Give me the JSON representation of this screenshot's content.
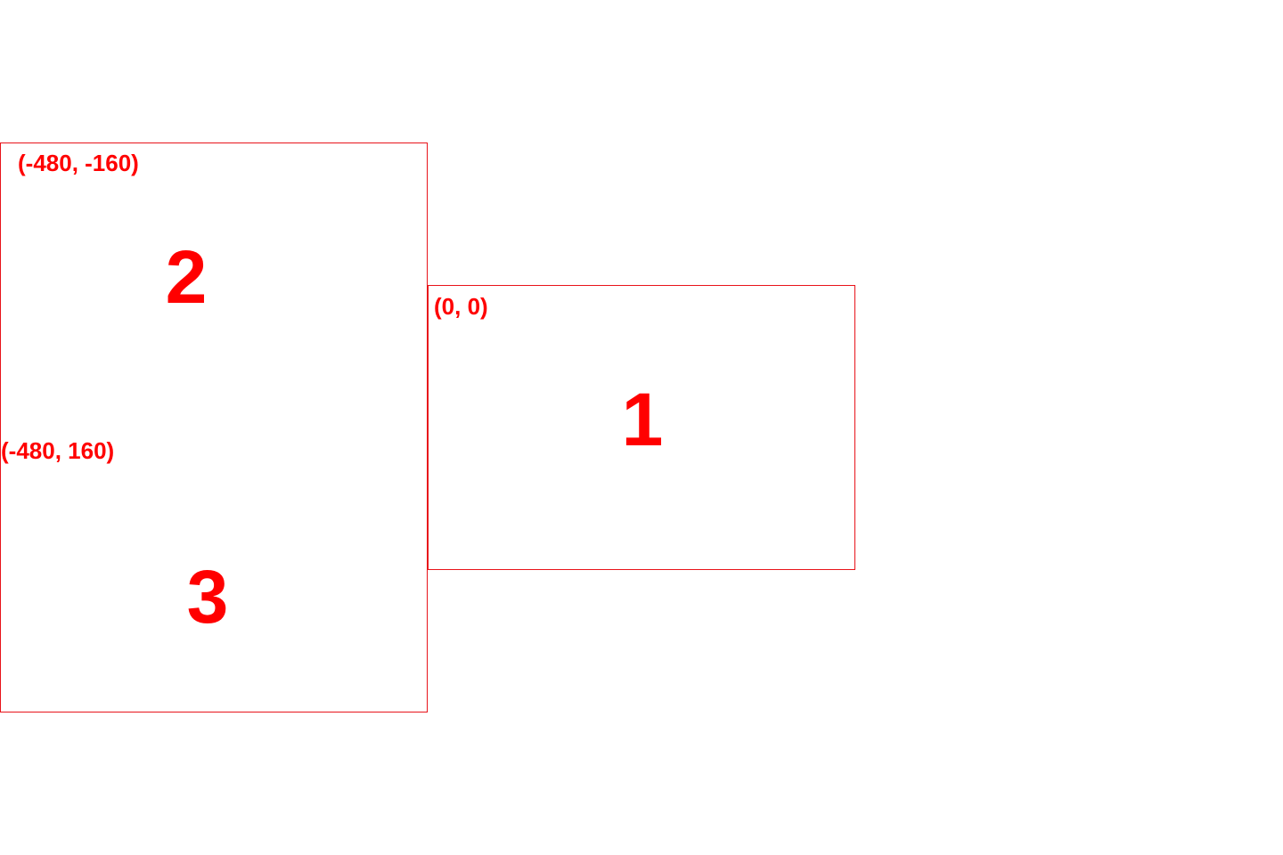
{
  "monitors": [
    {
      "number": "1",
      "coordinates": "(0, 0)"
    },
    {
      "number": "2",
      "coordinates": "(-480, -160)"
    },
    {
      "number": "3",
      "coordinates": "(-480, 160)"
    }
  ],
  "colors": {
    "label": "#ff0000",
    "border": "#e8141b",
    "background": "#ffffff"
  }
}
